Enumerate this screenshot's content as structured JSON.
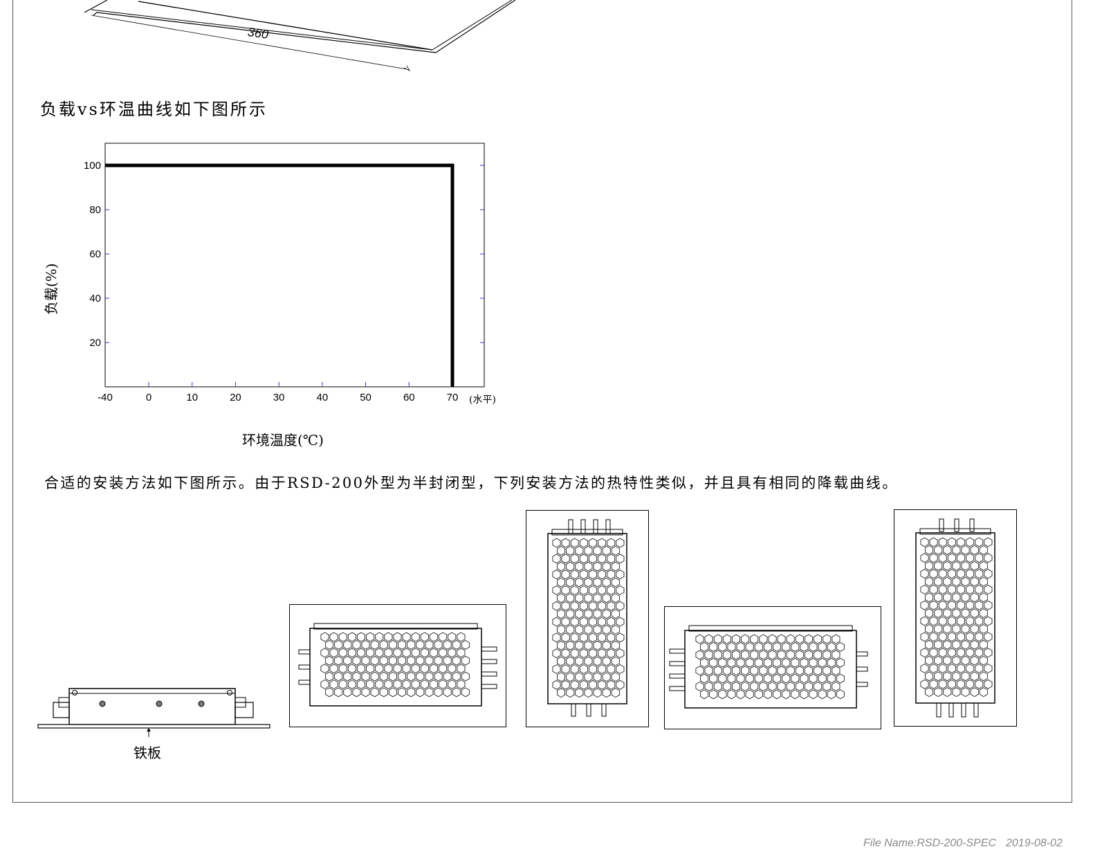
{
  "drawing": {
    "dimension_label": "360"
  },
  "section1": {
    "heading": "负载vs环温曲线如下图所示"
  },
  "chart_data": {
    "type": "line",
    "title": "",
    "xlabel": "环境温度(℃)",
    "ylabel": "负载(%)",
    "x_suffix": "(水平)",
    "x_ticks": [
      -40,
      0,
      10,
      20,
      30,
      40,
      50,
      60,
      70
    ],
    "y_ticks": [
      20,
      40,
      60,
      80,
      100
    ],
    "xlim": [
      -40,
      75
    ],
    "ylim": [
      0,
      110
    ],
    "grid": false,
    "series": [
      {
        "x": [
          -40,
          70,
          70
        ],
        "y": [
          100,
          100,
          0
        ]
      }
    ]
  },
  "section2": {
    "heading": "合适的安装方法如下图所示。由于RSD-200外型为半封闭型，下列安装方法的热特性类似，并且具有相同的降载曲线。",
    "plate_label": "铁板"
  },
  "footer": {
    "filename": "File Name:RSD-200-SPEC",
    "date": "2019-08-02"
  }
}
